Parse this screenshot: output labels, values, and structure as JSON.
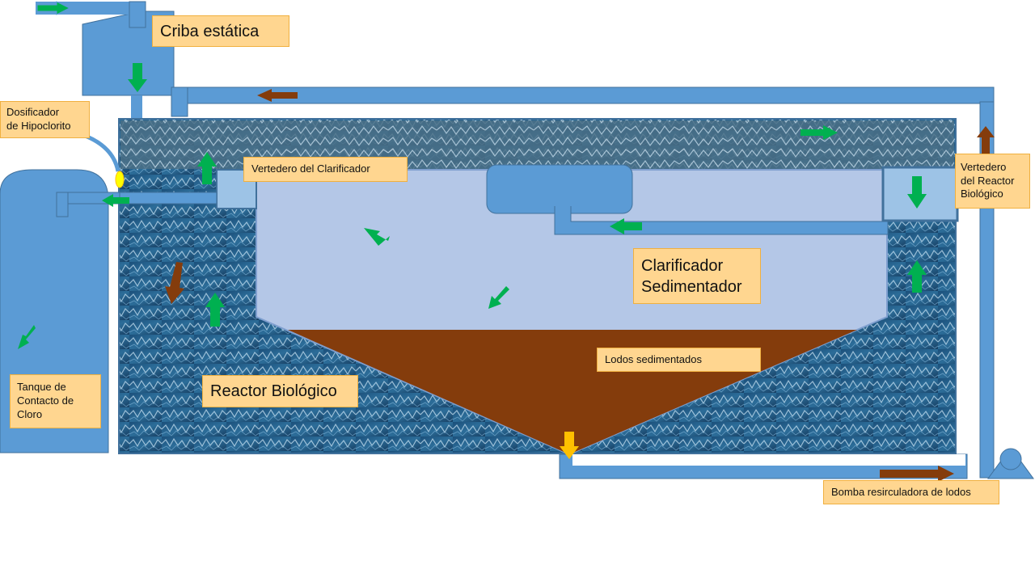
{
  "labels": {
    "criba": "Criba estática",
    "dosificador": "Dosificador\nde Hipoclorito",
    "vertedero_clarificador": "Vertedero del Clarificador",
    "vertedero_reactor": "Vertedero\ndel Reactor\nBiológico",
    "clarificador": "Clarificador\nSedimentador",
    "lodos": "Lodos sedimentados",
    "reactor": "Reactor Biológico",
    "tanque": "Tanque de\nContacto de\nCloro",
    "bomba": "Bomba resirculadora de lodos"
  },
  "colors": {
    "pipe": "#5b9bd5",
    "pipe_stroke": "#41719c",
    "water_dark": "#1f4e79",
    "clarifier": "#b4c7e7",
    "sludge": "#843c0c",
    "label_fill": "#ffd690",
    "label_border": "#f0b040",
    "arrow_green": "#00b050",
    "arrow_brown": "#843c0c",
    "arrow_yellow": "#ffc000",
    "hypochlorite": "#ffff00"
  }
}
